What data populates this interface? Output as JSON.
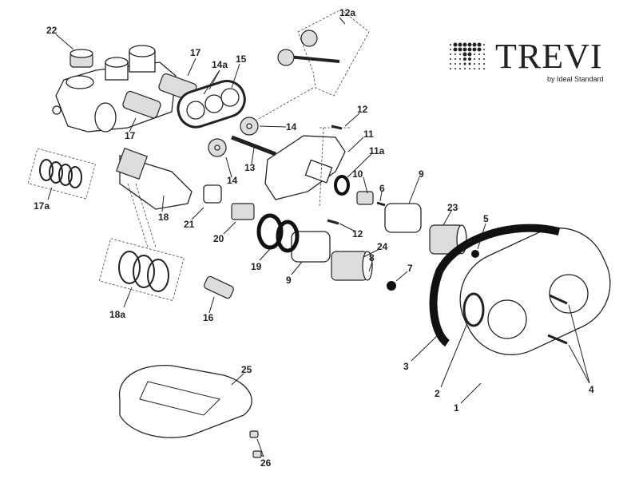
{
  "logo": {
    "brand": "TREVI",
    "subtitle": "by Ideal Standard"
  },
  "colors": {
    "ink": "#222222",
    "background": "#ffffff"
  },
  "callouts": {
    "c22": "22",
    "c17a_top": "17",
    "c14a": "14a",
    "c15": "15",
    "c12a": "12a",
    "c12_top": "12",
    "c11": "11",
    "c11a": "11a",
    "c10": "10",
    "c6": "6",
    "c9_right": "9",
    "c23": "23",
    "c5": "5",
    "c14_right": "14",
    "c13": "13",
    "c14_low": "14",
    "c17_low": "17",
    "c17a": "17a",
    "c18": "18",
    "c21": "21",
    "c20": "20",
    "c12_low": "12",
    "c19": "19",
    "c24": "24",
    "c8": "8",
    "c7": "7",
    "c9_low": "9",
    "c18a": "18a",
    "c16": "16",
    "c3": "3",
    "c2": "2",
    "c1": "1",
    "c4": "4",
    "c25": "25",
    "c26": "26"
  }
}
